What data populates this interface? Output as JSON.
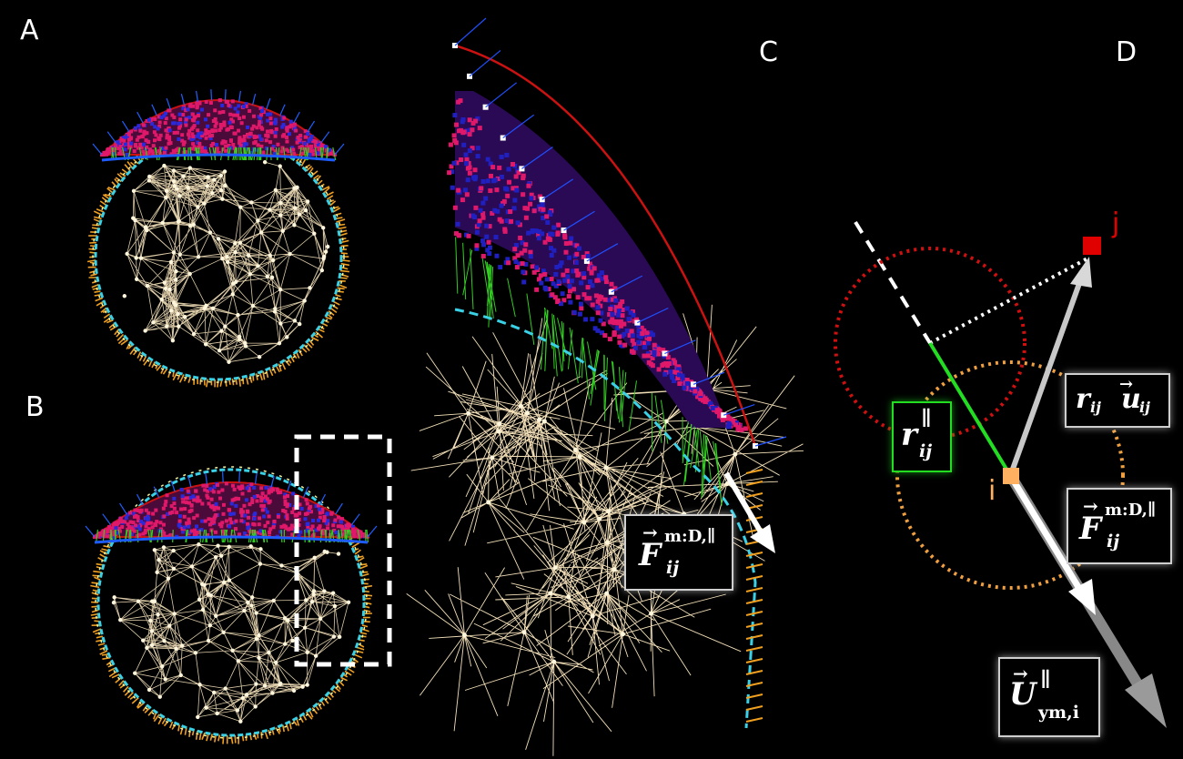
{
  "panels": {
    "a": "A",
    "b": "B",
    "c": "C",
    "d": "D"
  },
  "node_labels": {
    "i": "i",
    "j": "j"
  },
  "math": {
    "force_c": {
      "main": "F",
      "arrow": "→",
      "sup": "m:D,∥",
      "sub": "ij"
    },
    "force_d": {
      "main": "F",
      "arrow": "→",
      "sup": "m:D,∥",
      "sub": "ij"
    },
    "r_parallel": {
      "main": "r",
      "sup": "∥",
      "sub": "ij"
    },
    "r_u": {
      "r": "r",
      "r_sub": "ij",
      "u": "u",
      "arrow": "→",
      "u_sub": "ij"
    },
    "u_ym": {
      "main": "U",
      "arrow": "→",
      "sup": "∥",
      "sub": "ym,i"
    }
  },
  "colors": {
    "yolk_web": "#f2dfb8",
    "evl_red": "#cc1111",
    "deep_cells": "#e0186a",
    "ysl_blue": "#1f5cff",
    "margin_cyan": "#3ad0e6",
    "margin_orange": "#f0a020",
    "green_links": "#33cc22",
    "highlight_green": "#22dd22",
    "node_i": "#ffb060",
    "node_j": "#e00000",
    "circle_red": "#d01010",
    "circle_orange": "#f0a040"
  }
}
